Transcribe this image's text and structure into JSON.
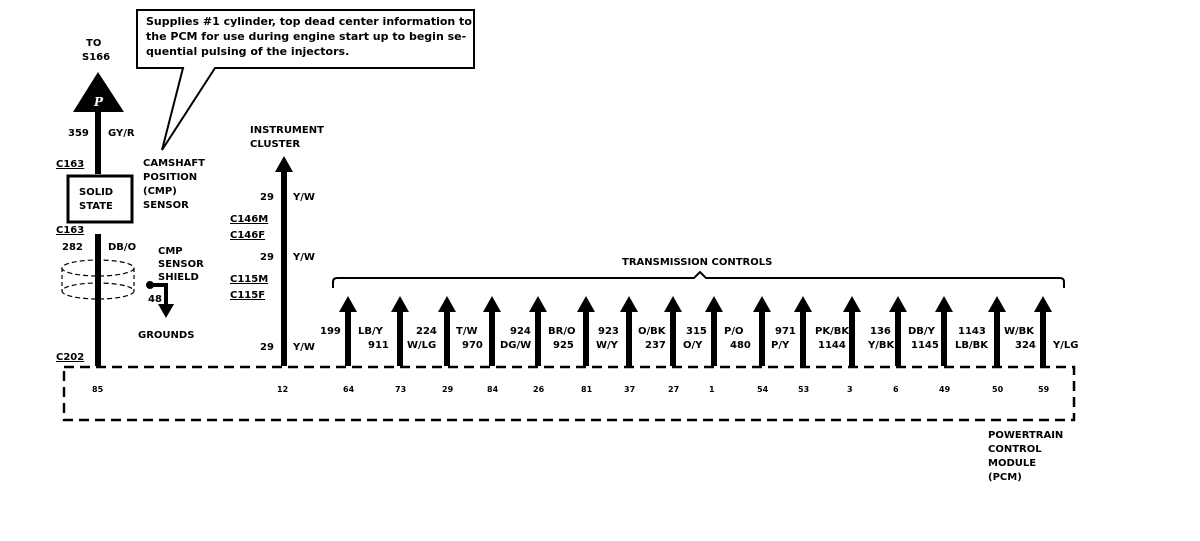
{
  "note": {
    "lines": [
      "Supplies #1 cylinder, top dead center information to",
      "the PCM for use during engine start up to begin se-",
      "quential pulsing of the injectors."
    ]
  },
  "to_ref": {
    "line1": "TO",
    "line2": "S166"
  },
  "splice_letter": "P",
  "cmp": {
    "wire_top_num": "359",
    "wire_top_color": "GY/R",
    "connector_top": "C163",
    "box_line1": "SOLID",
    "box_line2": "STATE",
    "sensor_label": [
      "CAMSHAFT",
      "POSITION",
      "(CMP)",
      "SENSOR"
    ],
    "connector_bottom": "C163",
    "wire_num": "282",
    "wire_color": "DB/O",
    "shield_label": [
      "CMP",
      "SENSOR",
      "SHIELD"
    ],
    "ground_pin": "48",
    "ground_label": "GROUNDS",
    "connector_pcm": "C202",
    "pin": "85"
  },
  "cluster": {
    "label": [
      "INSTRUMENT",
      "CLUSTER"
    ],
    "wire_num": "29",
    "wire_color": "Y/W",
    "conn1": "C146M",
    "conn2": "C146F",
    "conn3": "C115M",
    "conn4": "C115F",
    "pin": "12"
  },
  "transmission": {
    "title": "TRANSMISSION  CONTROLS",
    "wires": [
      {
        "left": "199",
        "right": "LB/Y",
        "pin": "64"
      },
      {
        "left": "911",
        "right": "",
        "pin": "73"
      },
      {
        "left": "224",
        "right": "T/W",
        "pin": "29"
      },
      {
        "left": "W/LG",
        "right": "",
        "pin": "84"
      },
      {
        "left": "970",
        "right": "",
        "pin": "26"
      },
      {
        "left": "924",
        "right": "BR/O",
        "pin": "81"
      },
      {
        "left": "DG/W",
        "right": "",
        "pin": "37"
      },
      {
        "left": "925",
        "right": "W/Y",
        "pin": "27"
      },
      {
        "left": "923",
        "right": "O/BK",
        "pin": "1"
      },
      {
        "left": "237",
        "right": "O/Y",
        "pin": "54"
      },
      {
        "left": "315",
        "right": "P/O",
        "pin": "53"
      },
      {
        "left": "480",
        "right": "",
        "pin": ""
      },
      {
        "left": "971",
        "right": "P/Y",
        "pin": "3"
      },
      {
        "left": "PK/BK",
        "right": "",
        "pin": "6"
      },
      {
        "left": "1144",
        "right": "",
        "pin": "49"
      },
      {
        "left": "136",
        "right": "Y/BK",
        "pin": "50"
      },
      {
        "left": "DB/Y",
        "right": "1145",
        "pin": "59"
      },
      {
        "left": "1143",
        "right": "LB/BK",
        "pin": ""
      },
      {
        "left": "W/BK",
        "right": "",
        "pin": ""
      },
      {
        "left": "324",
        "right": "Y/LG",
        "pin": ""
      }
    ]
  },
  "pcm_label": [
    "POWERTRAIN",
    "CONTROL",
    "MODULE",
    "(PCM)"
  ]
}
